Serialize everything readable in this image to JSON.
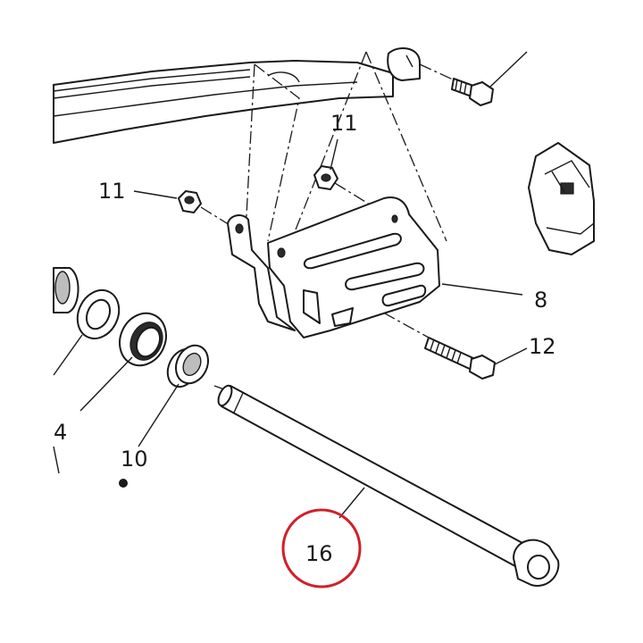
{
  "labels": {
    "nut_left": "11",
    "nut_top": "11",
    "bracket": "8",
    "screw": "12",
    "washer_left": "4",
    "bushing": "10",
    "pivot_pin": "16"
  },
  "colors": {
    "line": "#1a1a1a",
    "highlight_circle": "#d0202a"
  }
}
